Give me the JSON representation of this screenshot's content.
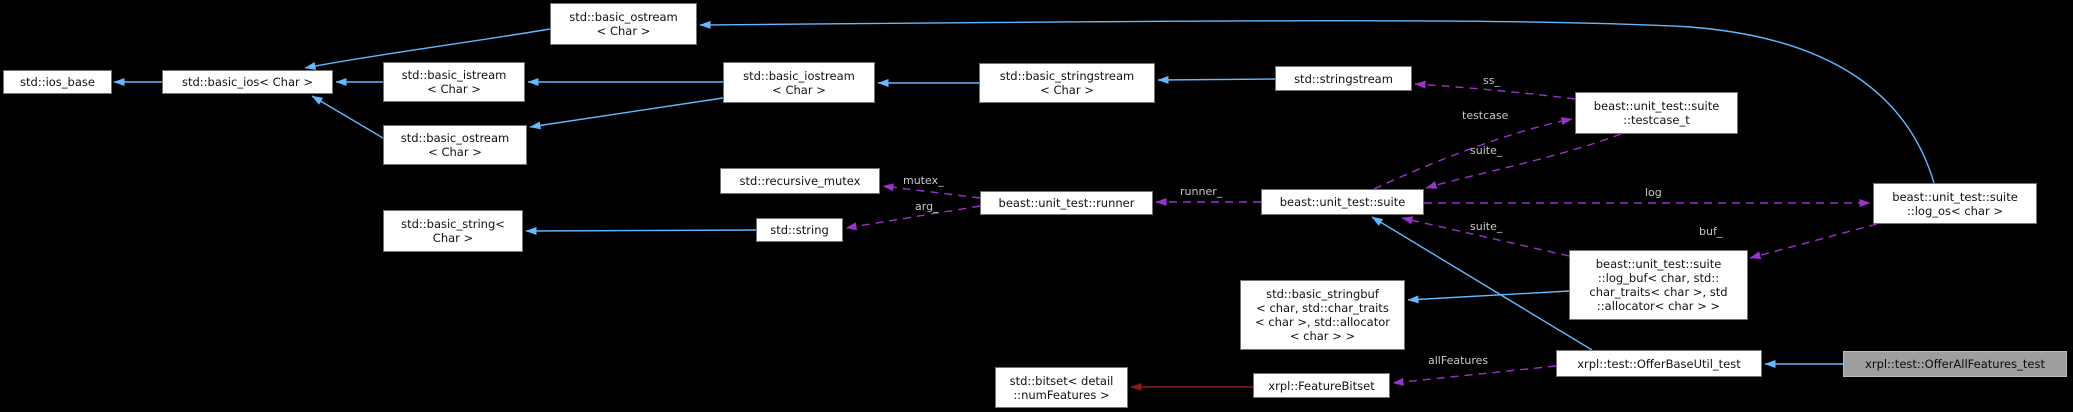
{
  "diagram": {
    "kind": "collaboration-graph",
    "current_node": "xrpl::test::OfferAllFeatures_test"
  },
  "colors": {
    "background": "#000000",
    "inheritance_arrow": "#63b8ff",
    "usage_arrow": "#9a32cd",
    "private_inheritance_arrow": "#8b1a1a",
    "node_fill": "#ffffff",
    "node_border": "#737373",
    "current_node_fill": "#9e9e9e",
    "edge_label_color": "#c8c8c8"
  },
  "nodes": {
    "ios_base": {
      "label": "std::ios_base"
    },
    "basic_ios": {
      "label": "std::basic_ios< Char >"
    },
    "basic_istream": {
      "label": "std::basic_istream\n< Char >"
    },
    "basic_ostream_top": {
      "label": "std::basic_ostream\n< Char >"
    },
    "basic_ostream_mid": {
      "label": "std::basic_ostream\n< Char >"
    },
    "basic_iostream": {
      "label": "std::basic_iostream\n< Char >"
    },
    "basic_stringstream": {
      "label": "std::basic_stringstream\n< Char >"
    },
    "stringstream": {
      "label": "std::stringstream"
    },
    "testcase_t": {
      "label": "beast::unit_test::suite\n::testcase_t"
    },
    "recursive_mutex": {
      "label": "std::recursive_mutex"
    },
    "runner": {
      "label": "beast::unit_test::runner"
    },
    "string": {
      "label": "std::string"
    },
    "basic_string": {
      "label": "std::basic_string<\nChar >"
    },
    "suite": {
      "label": "beast::unit_test::suite"
    },
    "log_os": {
      "label": "beast::unit_test::suite\n::log_os< char >"
    },
    "log_buf": {
      "label": "beast::unit_test::suite\n::log_buf< char, std::\nchar_traits< char >, std\n::allocator< char > >"
    },
    "basic_stringbuf": {
      "label": "std::basic_stringbuf\n< char, std::char_traits\n< char >, std::allocator\n< char > >"
    },
    "offer_base_util": {
      "label": "xrpl::test::OfferBaseUtil_test"
    },
    "offer_all_features": {
      "label": "xrpl::test::OfferAllFeatures_test"
    },
    "bitset": {
      "label": "std::bitset< detail\n::numFeatures >"
    },
    "feature_bitset": {
      "label": "xrpl::FeatureBitset"
    }
  },
  "edge_labels": {
    "ss": "ss_",
    "testcase": "testcase",
    "suite_upper": "suite_",
    "runner": "runner_",
    "mutex": "mutex_",
    "arg": "arg_",
    "log": "log",
    "buf": "buf_",
    "suite_lower": "suite_",
    "all_features": "allFeatures"
  }
}
